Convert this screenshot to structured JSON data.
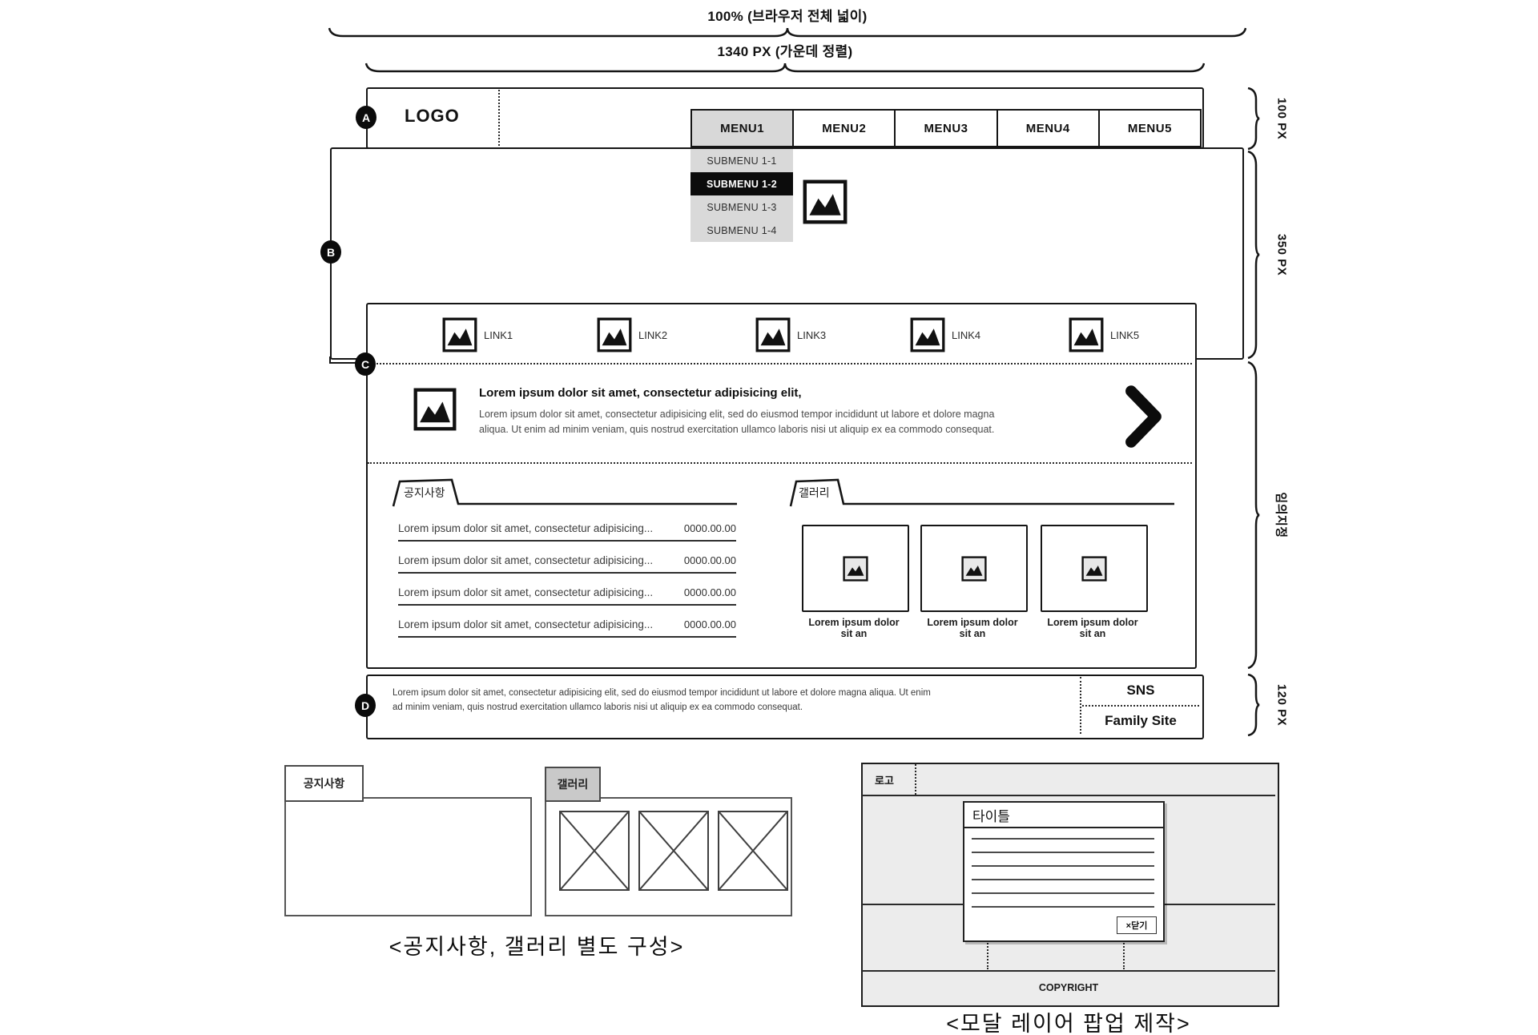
{
  "dimensions": {
    "browser_width_label": "100% (브라우저 전체 넓이)",
    "container_width_label": "1340 PX (가운데 정렬)",
    "header_height_label": "100 PX",
    "banner_height_label": "350 PX",
    "content_height_label": "임의지정",
    "footer_height_label": "120 PX"
  },
  "markers": {
    "a": "A",
    "b": "B",
    "c": "C",
    "d": "D"
  },
  "header": {
    "logo": "LOGO",
    "menus": [
      "MENU1",
      "MENU2",
      "MENU3",
      "MENU4",
      "MENU5"
    ]
  },
  "submenu": {
    "items": [
      "SUBMENU 1-1",
      "SUBMENU 1-2",
      "SUBMENU 1-3",
      "SUBMENU 1-4"
    ],
    "active": "SUBMENU 1-2"
  },
  "quicklinks": [
    "LINK1",
    "LINK2",
    "LINK3",
    "LINK4",
    "LINK5"
  ],
  "feature": {
    "title": "Lorem ipsum dolor sit amet, consectetur adipisicing elit,",
    "body": "Lorem ipsum dolor sit amet, consectetur adipisicing elit, sed do eiusmod tempor incididunt ut labore et dolore magna aliqua. Ut enim ad minim veniam, quis nostrud exercitation ullamco laboris nisi ut aliquip ex ea commodo consequat."
  },
  "notice": {
    "tab": "공지사항",
    "rows": [
      {
        "text": "Lorem ipsum dolor sit amet, consectetur adipisicing...",
        "date": "0000.00.00"
      },
      {
        "text": "Lorem ipsum dolor sit amet, consectetur adipisicing...",
        "date": "0000.00.00"
      },
      {
        "text": "Lorem ipsum dolor sit amet, consectetur adipisicing...",
        "date": "0000.00.00"
      },
      {
        "text": "Lorem ipsum dolor sit amet, consectetur adipisicing...",
        "date": "0000.00.00"
      }
    ]
  },
  "gallery": {
    "tab": "갤러리",
    "cards": [
      {
        "caption": "Lorem ipsum dolor sit an"
      },
      {
        "caption": "Lorem ipsum dolor sit an"
      },
      {
        "caption": "Lorem ipsum dolor sit an"
      }
    ]
  },
  "footer": {
    "text": "Lorem ipsum dolor sit amet, consectetur adipisicing elit, sed do eiusmod tempor incididunt ut labore et dolore magna aliqua. Ut enim ad minim veniam, quis nostrud exercitation ullamco laboris nisi ut aliquip ex ea commodo consequat.",
    "sns": "SNS",
    "family_site": "Family Site"
  },
  "mockup_boards": {
    "notice_tab": "공지사항",
    "gallery_tab": "갤러리",
    "caption": "<공지사항, 갤러리 별도 구성>"
  },
  "modal_mockup": {
    "logo": "로고",
    "title": "타이틀",
    "close": "×닫기",
    "copyright": "COPYRIGHT",
    "caption": "<모달 레이어 팝업 제작>"
  },
  "colors": {
    "ink": "#151515",
    "menu_active_gray": "#d8d8d8",
    "submenu_gray": "#d9d9d9",
    "submenu_active": "#0c0c0c",
    "mock_background": "#ececec"
  }
}
